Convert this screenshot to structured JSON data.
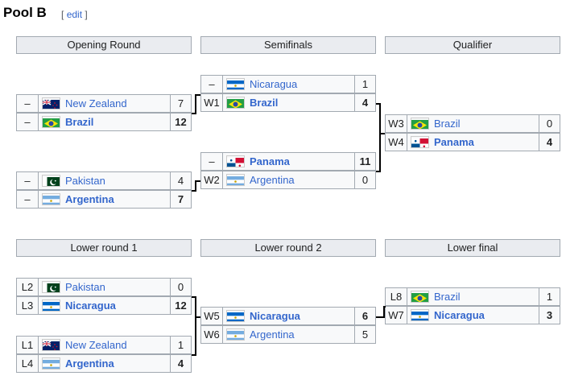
{
  "pool_title": "Pool B",
  "edit": {
    "open": "[",
    "label": "edit",
    "close": "]"
  },
  "headers": [
    "Opening Round",
    "Semifinals",
    "Qualifier",
    "Lower round 1",
    "Lower round 2",
    "Lower final"
  ],
  "matches": [
    [
      {
        "seed": "–",
        "team": "New Zealand",
        "flag": "nz-flag-icon",
        "score": "7",
        "win": false
      },
      {
        "seed": "–",
        "team": "Brazil",
        "flag": "brazil-flag-icon",
        "score": "12",
        "win": true
      }
    ],
    [
      {
        "seed": "–",
        "team": "Pakistan",
        "flag": "pakistan-flag-icon",
        "score": "4",
        "win": false
      },
      {
        "seed": "–",
        "team": "Argentina",
        "flag": "argentina-flag-icon",
        "score": "7",
        "win": true
      }
    ],
    [
      {
        "seed": "–",
        "team": "Nicaragua",
        "flag": "nicaragua-flag-icon",
        "score": "1",
        "win": false
      },
      {
        "seed": "W1",
        "team": "Brazil",
        "flag": "brazil-flag-icon",
        "score": "4",
        "win": true
      }
    ],
    [
      {
        "seed": "–",
        "team": "Panama",
        "flag": "panama-flag-icon",
        "score": "11",
        "win": true
      },
      {
        "seed": "W2",
        "team": "Argentina",
        "flag": "argentina-flag-icon",
        "score": "0",
        "win": false
      }
    ],
    [
      {
        "seed": "W3",
        "team": "Brazil",
        "flag": "brazil-flag-icon",
        "score": "0",
        "win": false
      },
      {
        "seed": "W4",
        "team": "Panama",
        "flag": "panama-flag-icon",
        "score": "4",
        "win": true
      }
    ],
    [
      {
        "seed": "L2",
        "team": "Pakistan",
        "flag": "pakistan-flag-icon",
        "score": "0",
        "win": false
      },
      {
        "seed": "L3",
        "team": "Nicaragua",
        "flag": "nicaragua-flag-icon",
        "score": "12",
        "win": true
      }
    ],
    [
      {
        "seed": "L1",
        "team": "New Zealand",
        "flag": "nz-flag-icon",
        "score": "1",
        "win": false
      },
      {
        "seed": "L4",
        "team": "Argentina",
        "flag": "argentina-flag-icon",
        "score": "4",
        "win": true
      }
    ],
    [
      {
        "seed": "W5",
        "team": "Nicaragua",
        "flag": "nicaragua-flag-icon",
        "score": "6",
        "win": true
      },
      {
        "seed": "W6",
        "team": "Argentina",
        "flag": "argentina-flag-icon",
        "score": "5",
        "win": false
      }
    ],
    [
      {
        "seed": "L8",
        "team": "Brazil",
        "flag": "brazil-flag-icon",
        "score": "1",
        "win": false
      },
      {
        "seed": "W7",
        "team": "Nicaragua",
        "flag": "nicaragua-flag-icon",
        "score": "3",
        "win": true
      }
    ]
  ],
  "colors": {
    "link": "#3366cc",
    "header_bg": "#eaecf0",
    "cell_bg": "#f8f9fa",
    "border": "#a2a9b1"
  }
}
